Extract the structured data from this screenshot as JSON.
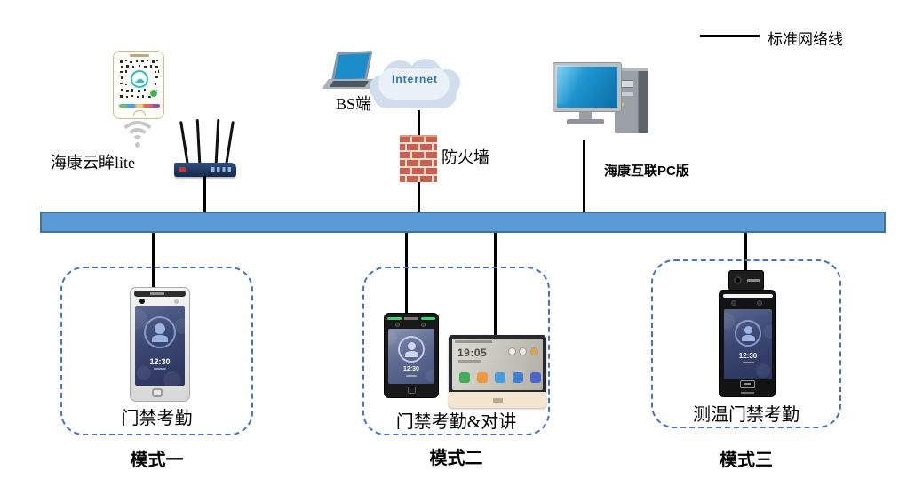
{
  "legend": {
    "label": "标准网络线"
  },
  "top": {
    "cloud_app": {
      "label": "海康云眸lite"
    },
    "bs_client": {
      "label": "BS端"
    },
    "internet": {
      "label": "Internet"
    },
    "firewall": {
      "label": "防火墙"
    },
    "pc_client": {
      "label": "海康互联PC版"
    }
  },
  "modes": [
    {
      "caption": "模式一",
      "device_label": "门禁考勤",
      "terminal_time": "12:30"
    },
    {
      "caption": "模式二",
      "device_label": "门禁考勤&对讲",
      "terminal_time": "12:30",
      "indoor_station_time": "19:05"
    },
    {
      "caption": "模式三",
      "device_label": "测温门禁考勤",
      "terminal_time": "12:30"
    }
  ],
  "colors": {
    "bus_fill": "#5B9BD5",
    "bus_border": "#41719C",
    "mode_box_border": "#4472C4",
    "cable": "#000000",
    "firewall_brick": "#C9604B"
  }
}
